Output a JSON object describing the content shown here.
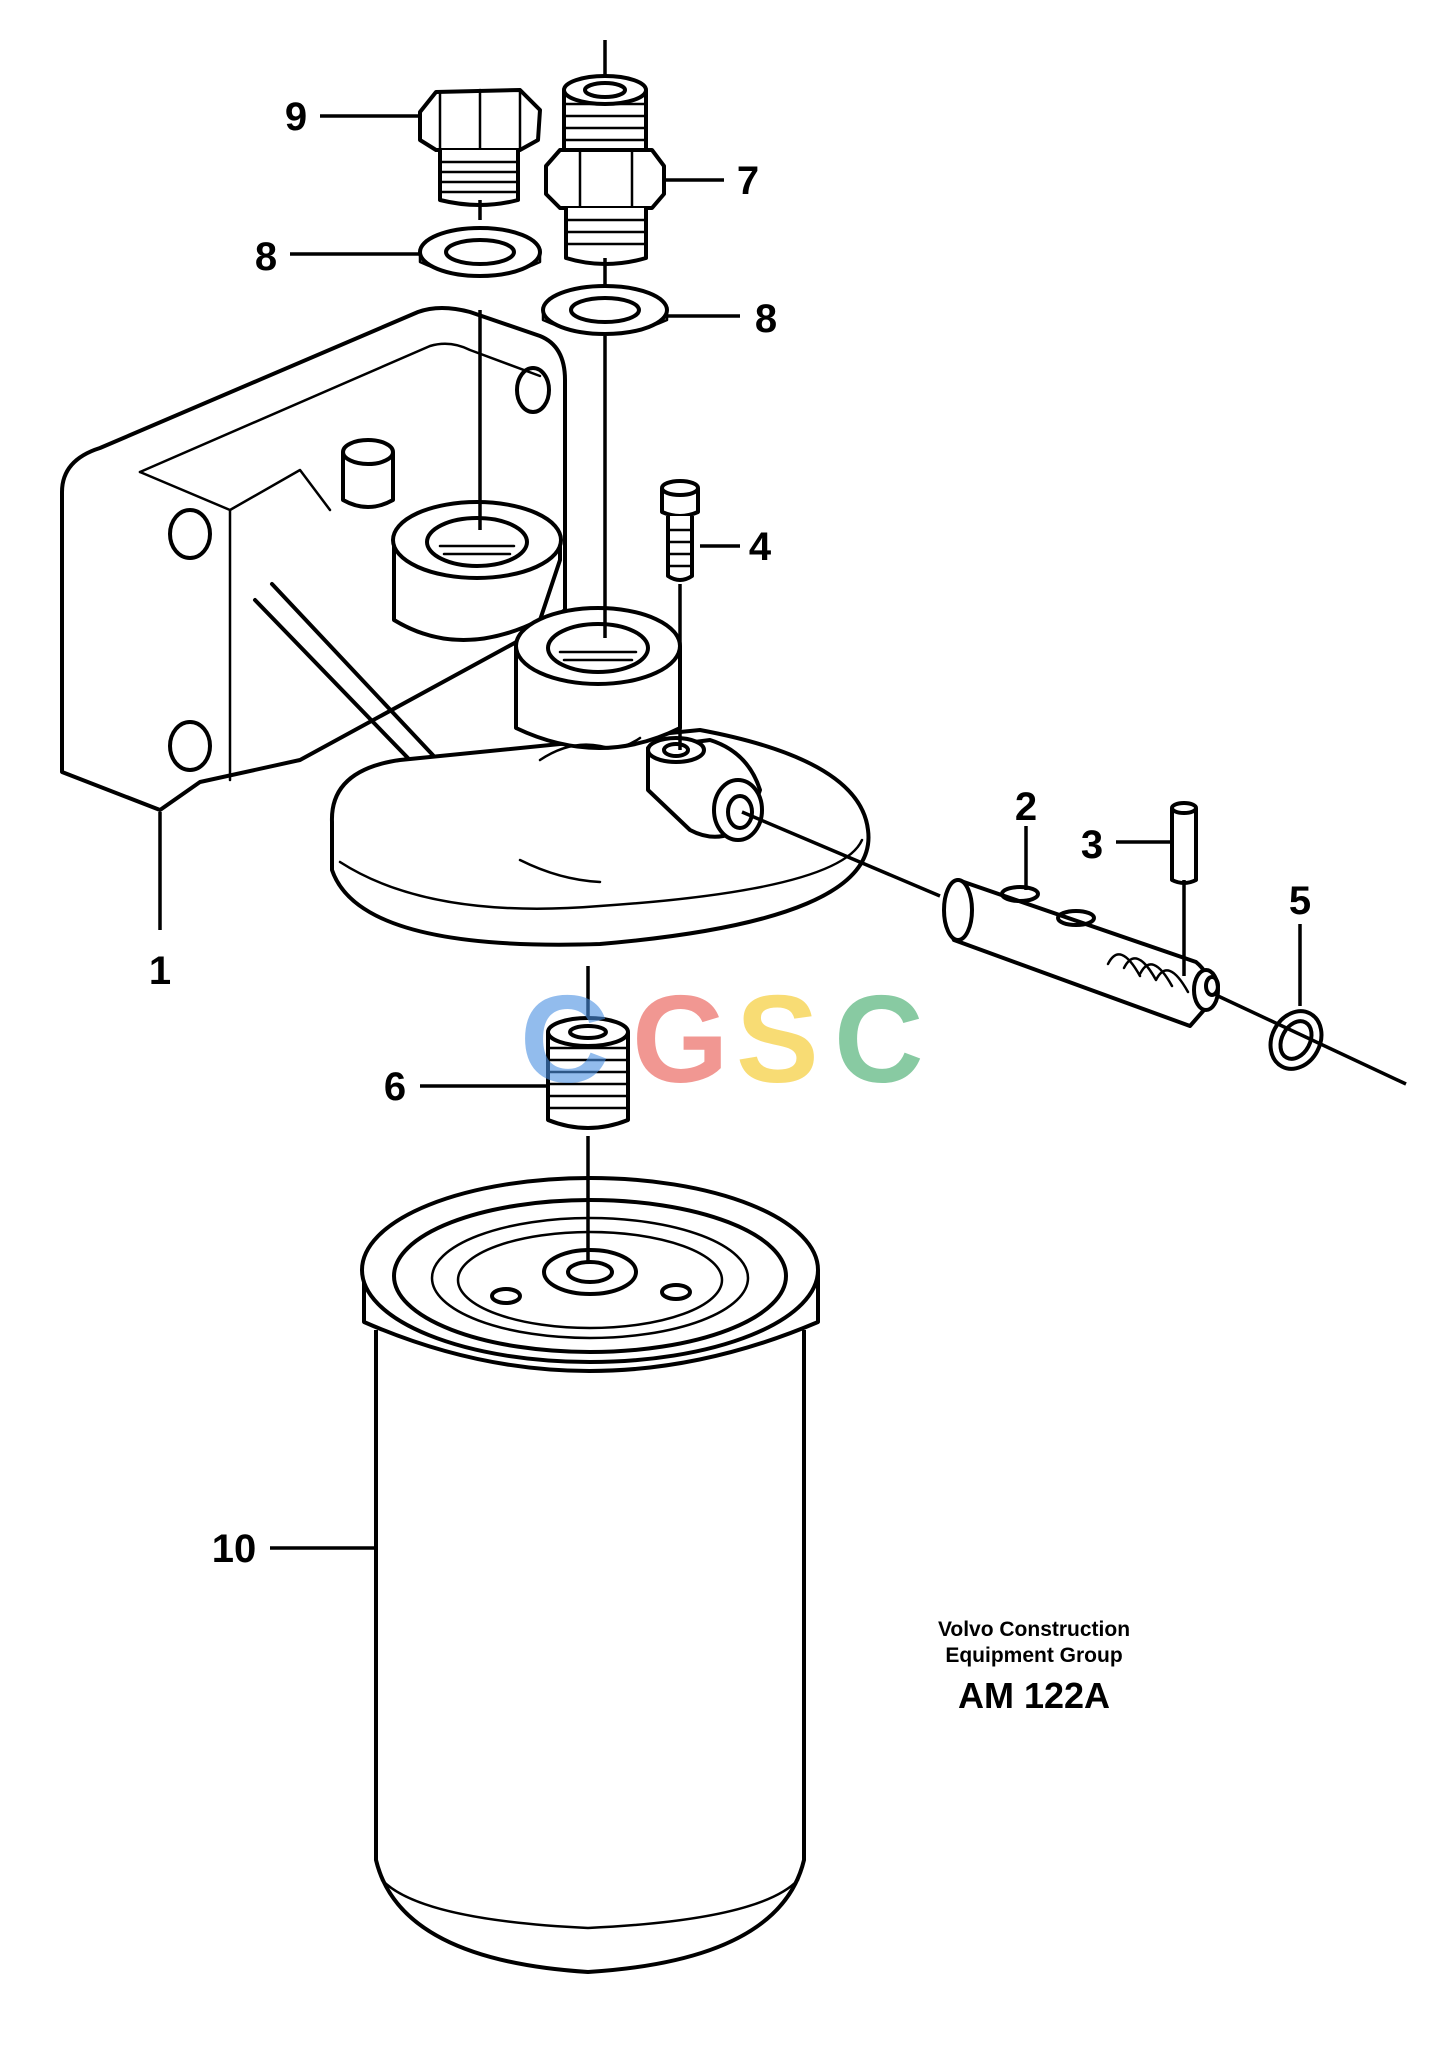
{
  "callouts": [
    {
      "id": "1",
      "label": "1"
    },
    {
      "id": "2",
      "label": "2"
    },
    {
      "id": "3",
      "label": "3"
    },
    {
      "id": "4",
      "label": "4"
    },
    {
      "id": "5",
      "label": "5"
    },
    {
      "id": "6",
      "label": "6"
    },
    {
      "id": "7",
      "label": "7"
    },
    {
      "id": "8a",
      "label": "8"
    },
    {
      "id": "8b",
      "label": "8"
    },
    {
      "id": "9",
      "label": "9"
    },
    {
      "id": "10",
      "label": "10"
    }
  ],
  "credit": {
    "line1": "Volvo Construction",
    "line2": "Equipment Group",
    "code": "AM 122A"
  },
  "watermark": {
    "letters": [
      "C",
      "G",
      "S",
      "C"
    ],
    "colors": [
      "#4a90e2",
      "#e8534a",
      "#f5c518",
      "#3aa865"
    ]
  }
}
